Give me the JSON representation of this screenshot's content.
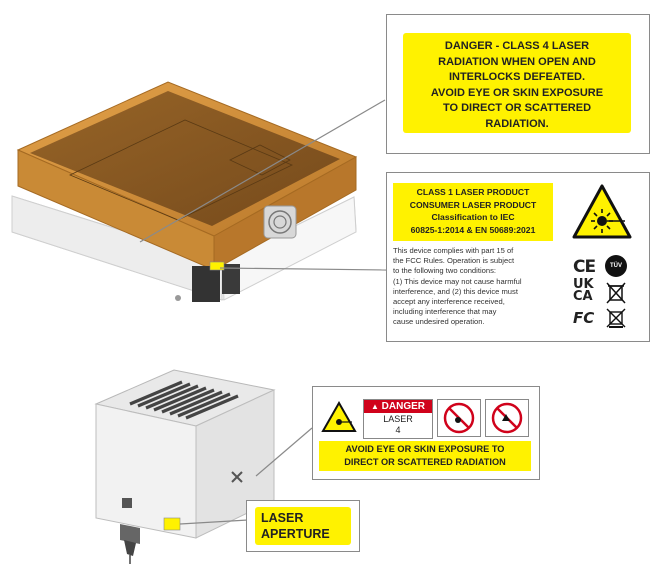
{
  "danger_callout": {
    "lines": [
      "DANGER - CLASS 4 LASER",
      "RADIATION WHEN OPEN AND",
      "INTERLOCKS DEFEATED.",
      "AVOID EYE OR SKIN EXPOSURE",
      "TO DIRECT OR SCATTERED",
      "RADIATION."
    ]
  },
  "class1_callout": {
    "header_lines": [
      "CLASS 1 LASER PRODUCT",
      "CONSUMER LASER PRODUCT",
      "Classification to IEC",
      "60825-1:2014 & EN 50689:2021"
    ],
    "fcc_lines": [
      "This device complies with part 15 of",
      "the FCC Rules. Operation is subject",
      "to the following two conditions:",
      "(1) This device may not cause harmful",
      "interference, and (2) this device must",
      "accept any interference received,",
      "including interference that may",
      "cause undesired operation."
    ],
    "marks": {
      "ce": "CE",
      "tuv": "TÜV",
      "ukca_top": "UK",
      "ukca_bottom": "CA",
      "fc": "FC"
    }
  },
  "module_callout": {
    "danger_word": "DANGER",
    "laser_class_lines": [
      "LASER",
      "4"
    ],
    "warning_lines": [
      "AVOID EYE OR SKIN EXPOSURE TO",
      "DIRECT OR SCATTERED RADIATION"
    ]
  },
  "aperture_callout": {
    "lines": [
      "LASER",
      "APERTURE"
    ]
  },
  "colors": {
    "warning_yellow": "#fff200",
    "lid_orange": "#c8882e",
    "danger_red": "#d0021b"
  }
}
